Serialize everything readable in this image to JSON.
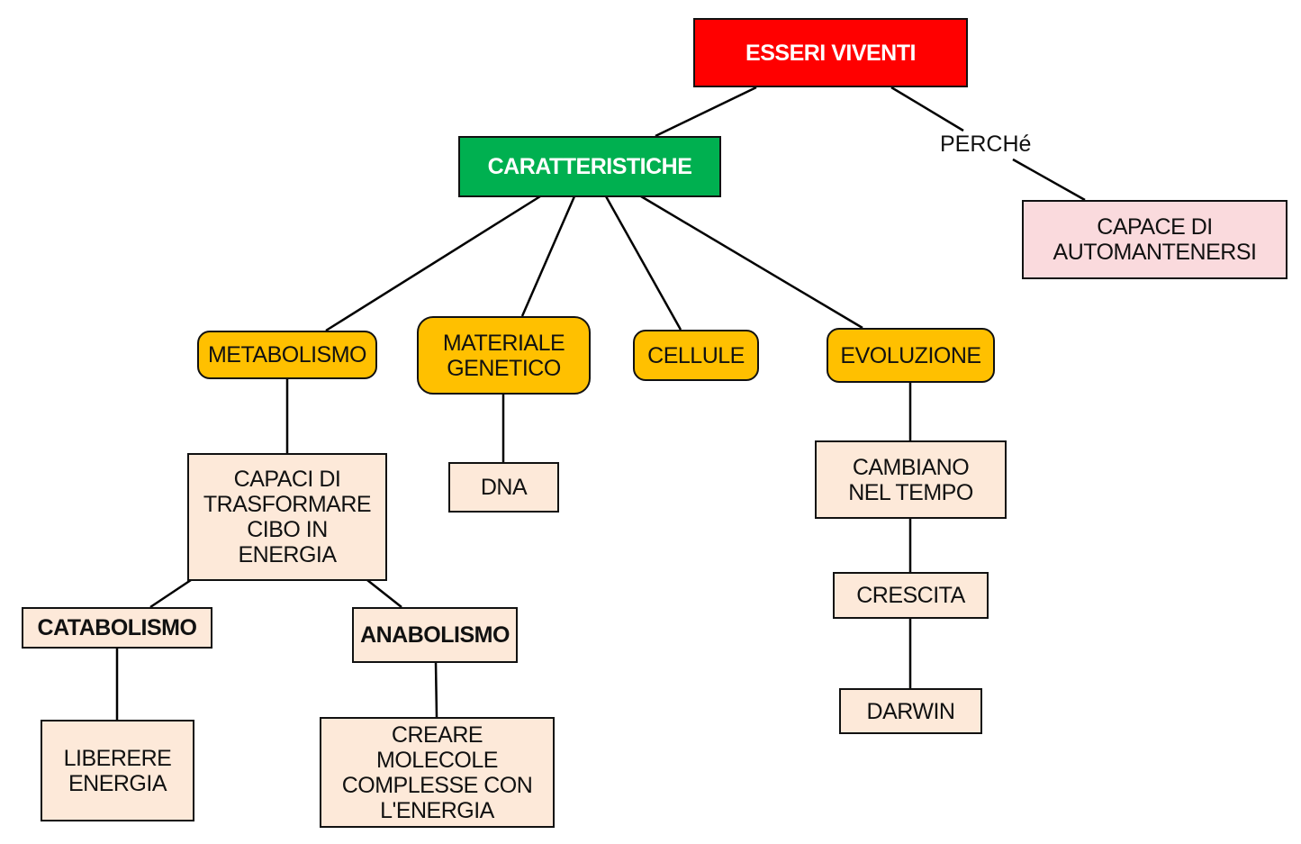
{
  "diagram": {
    "title": "ESSERI VIVENTI",
    "colors": {
      "root": "#ff0000",
      "level1": "#00b050",
      "characteristic": "#ffc000",
      "detail": "#fde9d9",
      "reason": "#fadadd"
    },
    "nodes": {
      "root": "ESSERI VIVENTI",
      "caratteristiche": "CARATTERISTICHE",
      "capace": "CAPACE DI\nAUTOMANTENERSI",
      "metabolismo": "METABOLISMO",
      "materiale": "MATERIALE\nGENETICO",
      "cellule": "CELLULE",
      "evoluzione": "EVOLUZIONE",
      "capaci": "CAPACI DI\nTRASFORMARE\nCIBO IN\nENERGIA",
      "dna": "DNA",
      "cambiano": "CAMBIANO\nNEL TEMPO",
      "crescita": "CRESCITA",
      "darwin": "DARWIN",
      "catabolismo": "CATABOLISMO",
      "anabolismo": "ANABOLISMO",
      "liberere": "LIBERERE\nENERGIA",
      "creare": "CREARE\nMOLECOLE\nCOMPLESSE CON\nL'ENERGIA"
    },
    "edge_labels": {
      "perche": "PERCHé"
    },
    "edges": [
      [
        "root",
        "caratteristiche"
      ],
      [
        "root",
        "capace",
        "perche"
      ],
      [
        "caratteristiche",
        "metabolismo"
      ],
      [
        "caratteristiche",
        "materiale"
      ],
      [
        "caratteristiche",
        "cellule"
      ],
      [
        "caratteristiche",
        "evoluzione"
      ],
      [
        "metabolismo",
        "capaci"
      ],
      [
        "materiale",
        "dna"
      ],
      [
        "evoluzione",
        "cambiano"
      ],
      [
        "cambiano",
        "crescita"
      ],
      [
        "crescita",
        "darwin"
      ],
      [
        "capaci",
        "catabolismo"
      ],
      [
        "capaci",
        "anabolismo"
      ],
      [
        "catabolismo",
        "liberere"
      ],
      [
        "anabolismo",
        "creare"
      ]
    ]
  }
}
